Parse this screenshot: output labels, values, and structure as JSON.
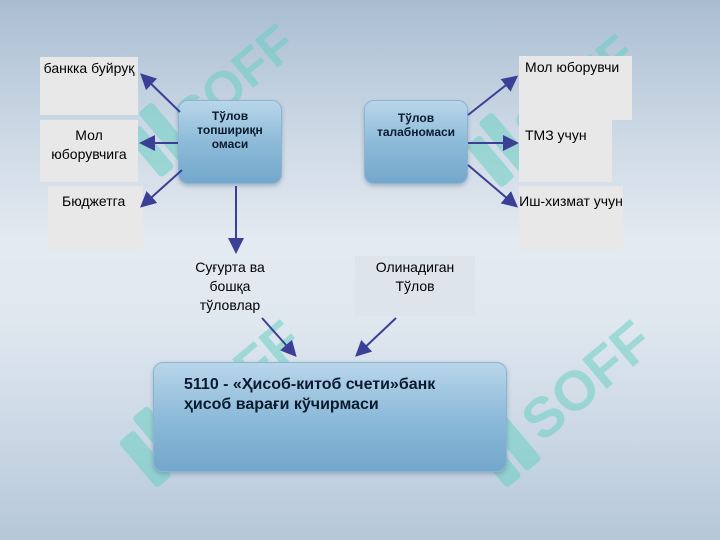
{
  "watermark_text": "SOFF",
  "center_boxes": {
    "left": "Тўлов топшириқн омаси",
    "right": "Тўлов талабномаси"
  },
  "left_labels": [
    "банкка буйруқ",
    "Мол юборувчига",
    "Бюджетга"
  ],
  "right_labels": [
    "Мол юборувчи",
    "ТМЗ учун",
    "Иш-хизмат учун"
  ],
  "middle_labels": {
    "insurance": "Суғурта ва бошқа тўловлар",
    "receivable": "Олинадиган Тўлов"
  },
  "bottom_box": "5110 - «Ҳисоб-китоб счети»банк ҳисоб варағи кўчирмаси",
  "colors": {
    "box_fill": "#8dbbd9",
    "arrow": "#3b3f95",
    "label_bg": "#e8e8e8",
    "watermark": "#6fd0c3"
  }
}
